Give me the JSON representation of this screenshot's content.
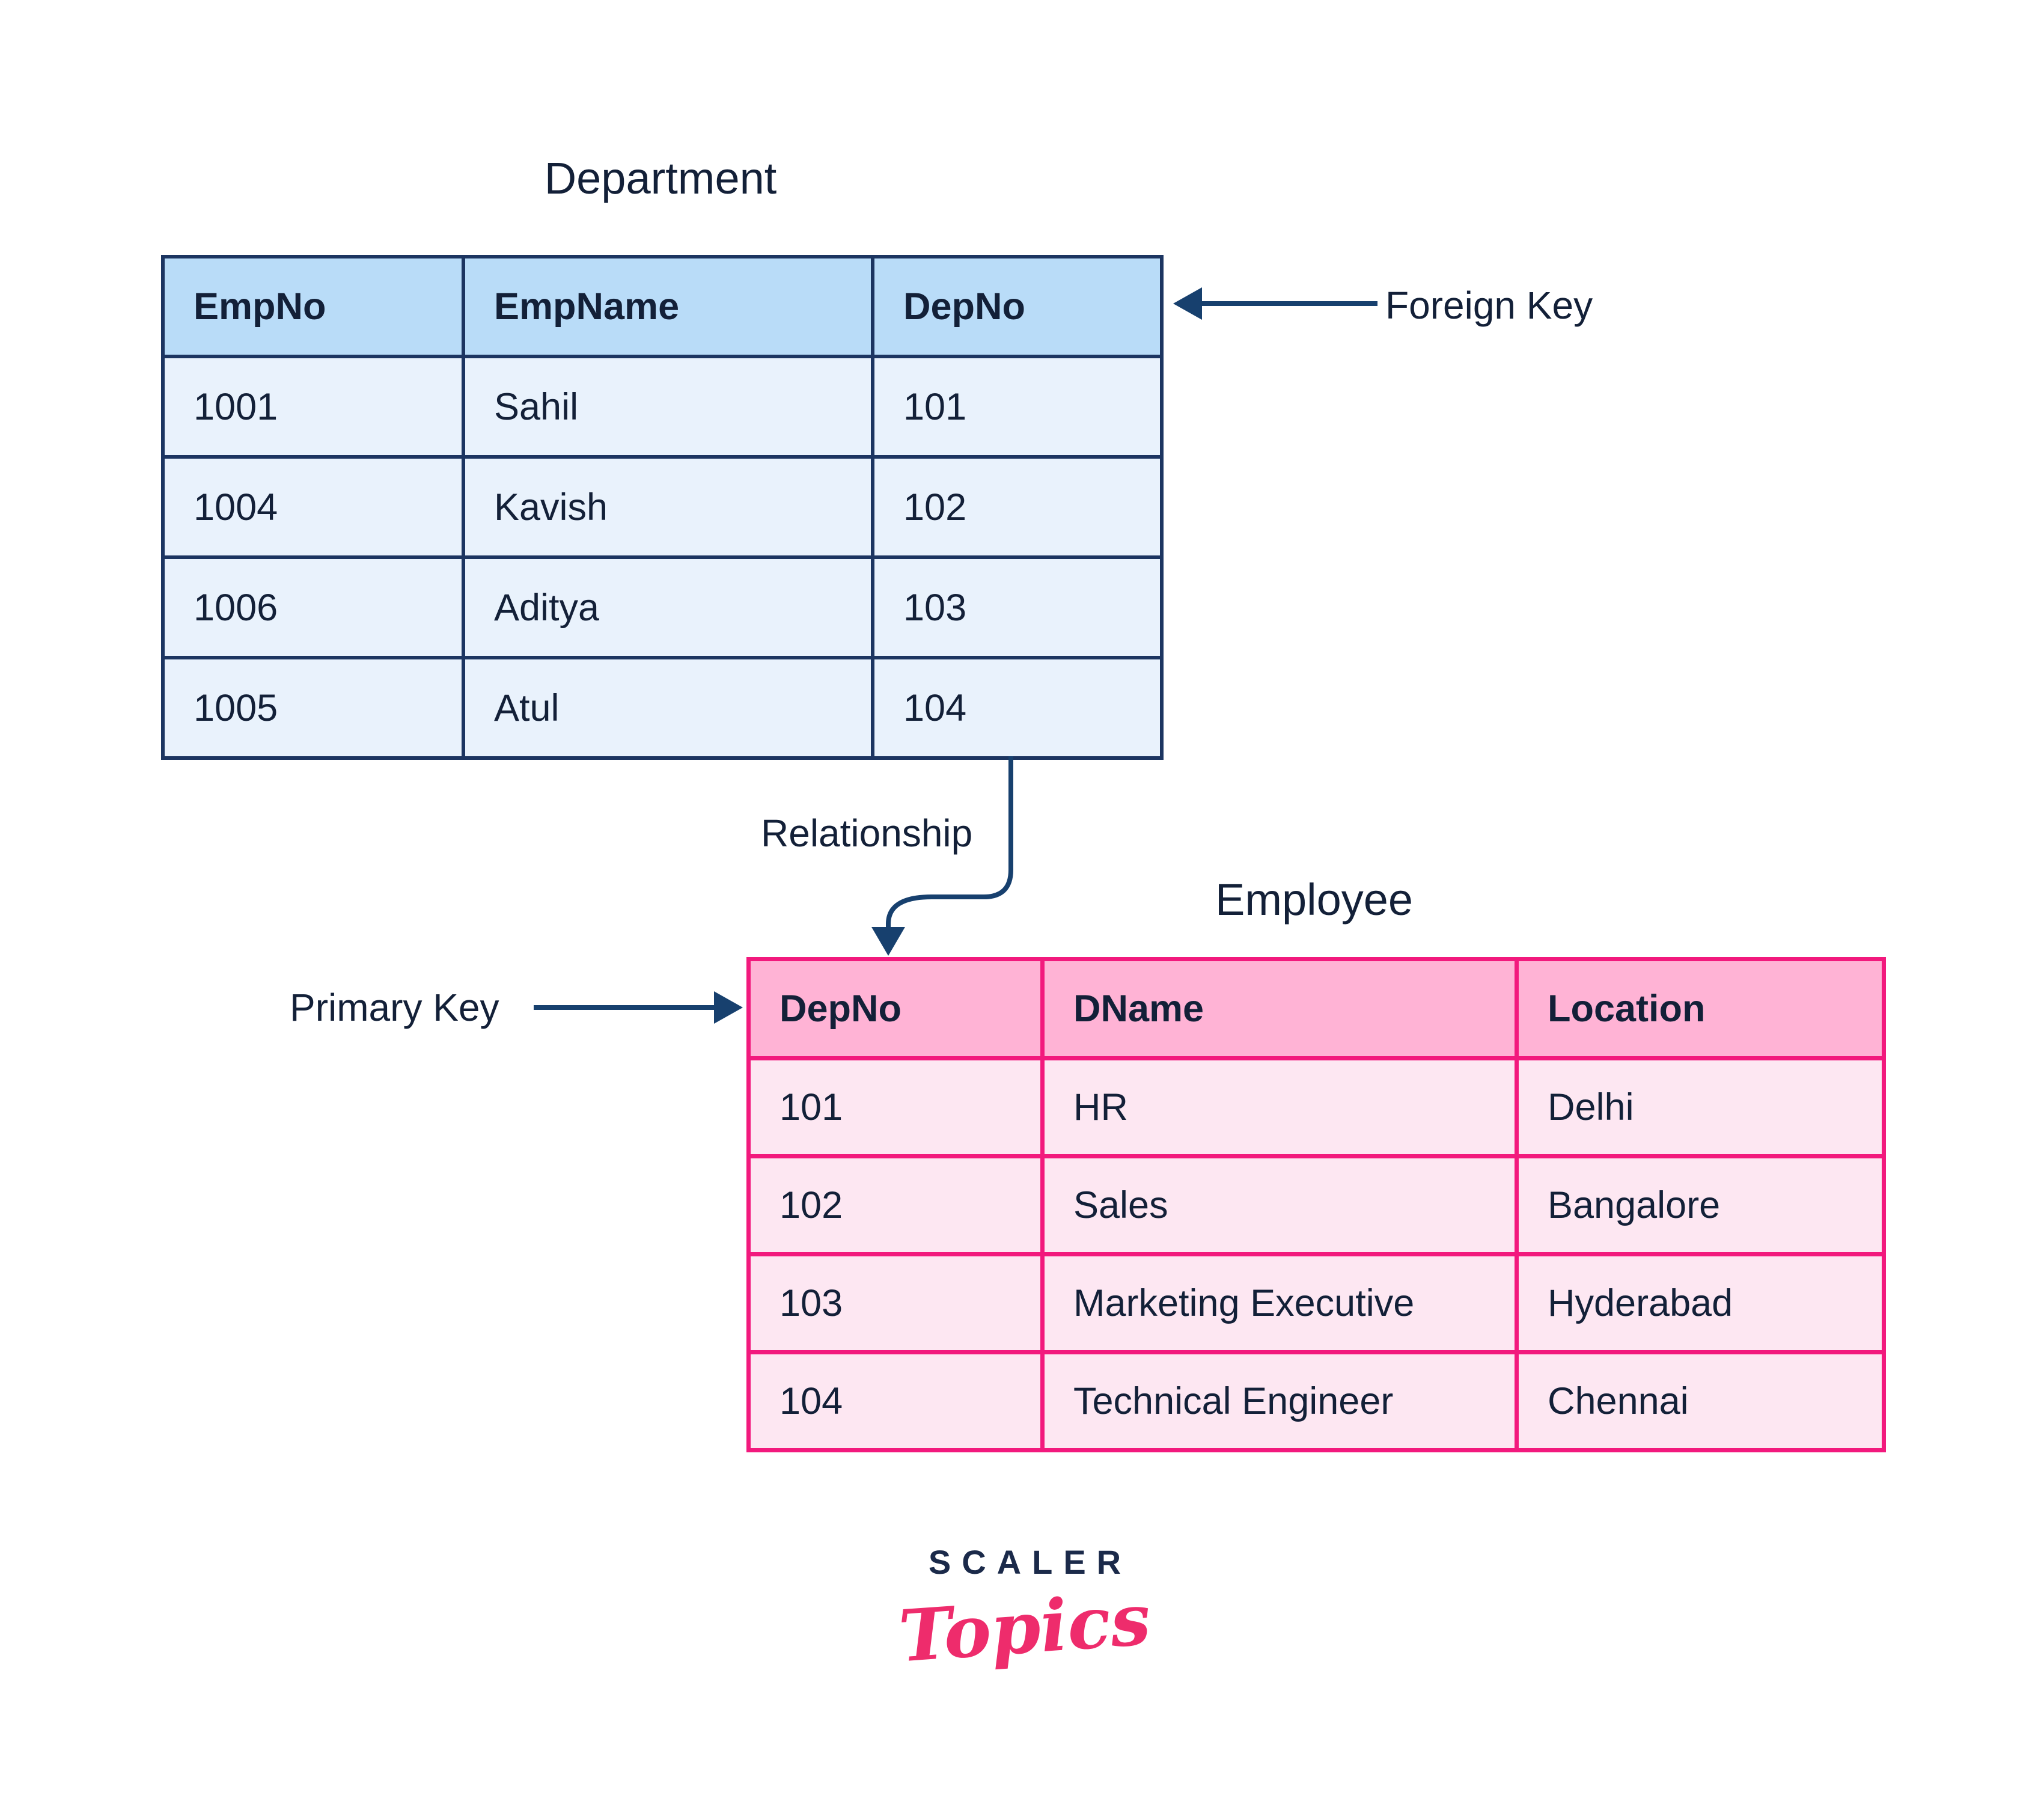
{
  "colors": {
    "navy-border": "#1c3561",
    "navy-arrow": "#17406e",
    "ink": "#132038",
    "blue-header": "#b9dcf8",
    "blue-row": "#e9f2fc",
    "pink-border": "#f2197d",
    "pink-header": "#ffb3d5",
    "pink-row": "#fde7f2",
    "logo-navy": "#1b2a4a",
    "logo-pink": "#ee2c6c",
    "page-bg": "#ffffff"
  },
  "department_table": {
    "title": "Department",
    "headers": [
      "EmpNo",
      "EmpName",
      "DepNo"
    ],
    "rows": [
      [
        "1001",
        "Sahil",
        "101"
      ],
      [
        "1004",
        "Kavish",
        "102"
      ],
      [
        "1006",
        "Aditya",
        "103"
      ],
      [
        "1005",
        "Atul",
        "104"
      ]
    ]
  },
  "employee_table": {
    "title": "Employee",
    "headers": [
      "DepNo",
      "DName",
      "Location"
    ],
    "rows": [
      [
        "101",
        "HR",
        "Delhi"
      ],
      [
        "102",
        "Sales",
        "Bangalore"
      ],
      [
        "103",
        "Marketing Executive",
        "Hyderabad"
      ],
      [
        "104",
        "Technical Engineer",
        "Chennai"
      ]
    ]
  },
  "annotations": {
    "foreign_key": "Foreign Key",
    "primary_key": "Primary Key",
    "relationship": "Relationship"
  },
  "logo": {
    "line1": "SCALER",
    "line2": "Topics"
  }
}
